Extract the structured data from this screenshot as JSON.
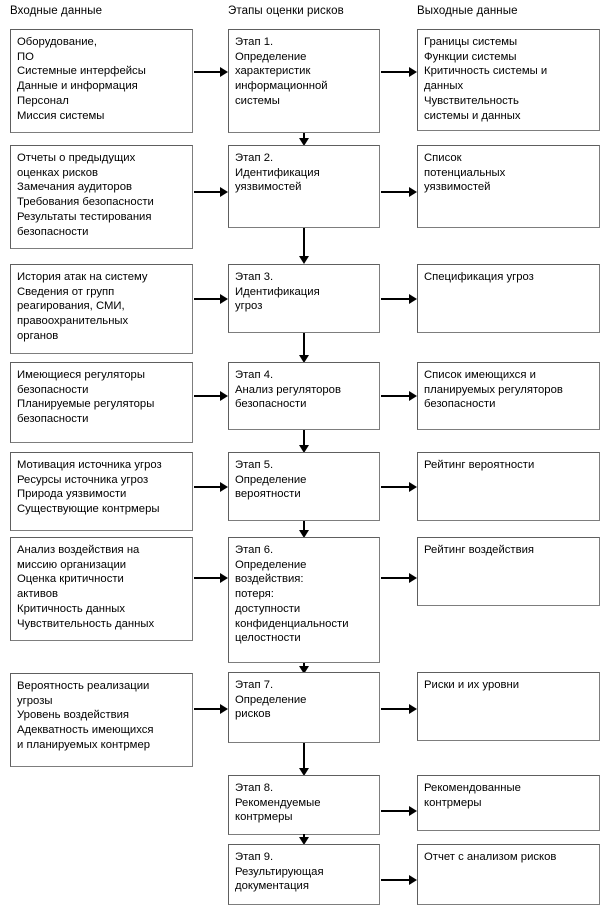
{
  "diagram": {
    "title": "Этапы оценки рисков",
    "columns": [
      {
        "id": "inputs",
        "label": "Входные данные"
      },
      {
        "id": "steps",
        "label": "Этапы оценки рисков"
      },
      {
        "id": "outputs",
        "label": "Выходные данные"
      }
    ]
  },
  "rows": [
    {
      "input": {
        "lines": [
          "Оборудование,",
          "ПО",
          "Системные интерфейсы",
          "Данные и информация",
          "Персонал",
          "Миссия системы"
        ]
      },
      "step": {
        "lines": [
          "Этап 1.",
          "Определение",
          "характеристик",
          "информационной",
          "системы"
        ]
      },
      "output": {
        "lines": [
          "Границы системы",
          "Функции системы",
          "Критичность системы и",
          "данных",
          "Чувствительность",
          "системы и данных"
        ]
      }
    },
    {
      "input": {
        "lines": [
          "Отчеты о предыдущих",
          "оценках рисков",
          "Замечания аудиторов",
          "Требования безопасности",
          "Результаты тестирования",
          "безопасности"
        ]
      },
      "step": {
        "lines": [
          "Этап 2.",
          "Идентификация",
          "уязвимостей"
        ]
      },
      "output": {
        "lines": [
          "Список",
          "потенциальных",
          "уязвимостей"
        ]
      }
    },
    {
      "input": {
        "lines": [
          "История атак на систему",
          "Сведения от групп",
          "реагирования, СМИ,",
          "правоохранительных",
          "органов"
        ]
      },
      "step": {
        "lines": [
          "Этап 3.",
          "Идентификация",
          "угроз"
        ]
      },
      "output": {
        "lines": [
          "Спецификация угроз"
        ]
      }
    },
    {
      "input": {
        "lines": [
          "Имеющиеся регуляторы",
          "безопасности",
          "Планируемые регуляторы",
          "безопасности"
        ]
      },
      "step": {
        "lines": [
          "Этап 4.",
          "Анализ регуляторов",
          "безопасности"
        ]
      },
      "output": {
        "lines": [
          "Список имеющихся и",
          "планируемых регуляторов",
          "безопасности"
        ]
      }
    },
    {
      "input": {
        "lines": [
          "Мотивация источника угроз",
          "Ресурсы источника угроз",
          "Природа уязвимости",
          "Существующие контрмеры"
        ]
      },
      "step": {
        "lines": [
          "Этап 5.",
          "Определение",
          "вероятности"
        ]
      },
      "output": {
        "lines": [
          "Рейтинг вероятности"
        ]
      }
    },
    {
      "input": {
        "lines": [
          "Анализ воздействия на",
          "миссию организации",
          "Оценка критичности",
          "активов",
          "Критичность данных",
          "Чувствительность данных"
        ]
      },
      "step": {
        "lines": [
          "Этап 6.",
          "Определение",
          "воздействия:",
          "потеря:",
          "доступности",
          "конфиденциальности",
          "целостности"
        ]
      },
      "output": {
        "lines": [
          "Рейтинг воздействия"
        ]
      }
    },
    {
      "input": {
        "lines": [
          "Вероятность реализации",
          "угрозы",
          "Уровень воздействия",
          "Адекватность имеющихся",
          "и планируемых контрмер"
        ]
      },
      "step": {
        "lines": [
          "Этап 7.",
          "Определение",
          "рисков"
        ]
      },
      "output": {
        "lines": [
          "Риски и их уровни"
        ]
      }
    },
    {
      "input": null,
      "step": {
        "lines": [
          "Этап 8.",
          "Рекомендуемые",
          "контрмеры"
        ]
      },
      "output": {
        "lines": [
          "Рекомендованные",
          "контрмеры"
        ]
      }
    },
    {
      "input": null,
      "step": {
        "lines": [
          "Этап 9.",
          "Результирующая",
          "документация"
        ]
      },
      "output": {
        "lines": [
          "Отчет с анализом рисков"
        ]
      }
    }
  ],
  "colors": {
    "box_border": "#7d7d7d",
    "arrow": "#000000",
    "text": "#000000",
    "background": "#ffffff"
  }
}
